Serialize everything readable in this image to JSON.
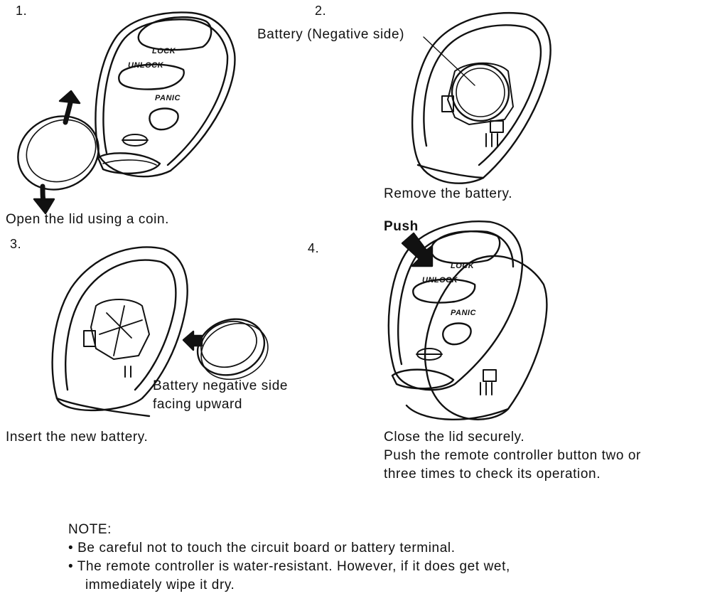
{
  "steps": [
    {
      "number": "1.",
      "caption": "Open the lid using a coin."
    },
    {
      "number": "2.",
      "caption": "Remove the battery.",
      "label": "Battery (Negative side)"
    },
    {
      "number": "3.",
      "caption": "Insert the new battery.",
      "label_lines": [
        "Battery negative side",
        "facing upward"
      ]
    },
    {
      "number": "4.",
      "caption_lines": [
        "Close the lid securely.",
        "Push the remote controller button two or",
        "three times to check its operation."
      ],
      "label": "Push"
    }
  ],
  "remote_buttons": {
    "lock": "LOCK",
    "unlock": "UNLOCK",
    "panic": "PANIC"
  },
  "note": {
    "heading": "NOTE:",
    "bullets": [
      {
        "lines": [
          "Be careful not to touch the circuit board or battery terminal."
        ]
      },
      {
        "lines": [
          "The remote controller is water-resistant. However, if it does get wet,",
          "immediately wipe it dry."
        ]
      }
    ]
  },
  "colors": {
    "ink": "#111111",
    "background": "#ffffff"
  }
}
